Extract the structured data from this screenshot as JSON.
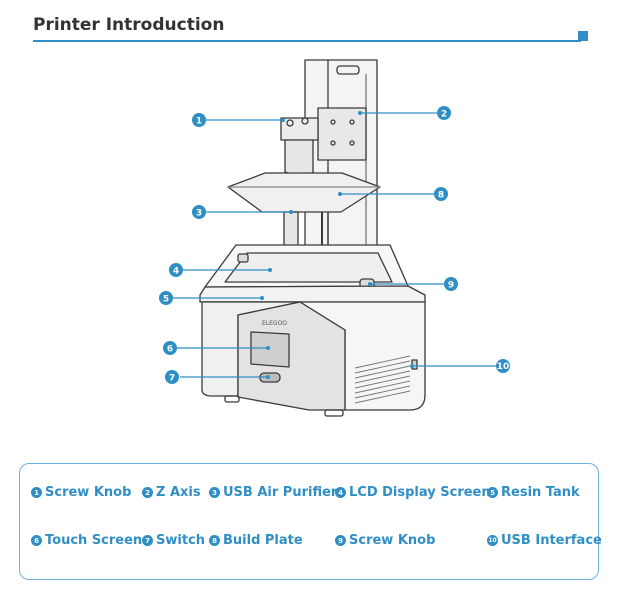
{
  "title": "Printer Introduction",
  "callouts": [
    "1",
    "2",
    "3",
    "4",
    "5",
    "6",
    "7",
    "8",
    "9",
    "10"
  ],
  "brand_label": "ELEGOO",
  "legend": [
    {
      "num": "1",
      "label": "Screw Knob"
    },
    {
      "num": "2",
      "label": "Z Axis"
    },
    {
      "num": "3",
      "label": "USB Air Purifier"
    },
    {
      "num": "4",
      "label": "LCD Display Screen"
    },
    {
      "num": "5",
      "label": "Resin Tank"
    },
    {
      "num": "6",
      "label": "Touch Screen"
    },
    {
      "num": "7",
      "label": "Switch"
    },
    {
      "num": "8",
      "label": "Build Plate"
    },
    {
      "num": "9",
      "label": "Screw Knob"
    },
    {
      "num": "10",
      "label": "USB Interface"
    }
  ],
  "colors": {
    "accent": "#2f8fc4",
    "outline": "#3a3a3a",
    "box_border": "#6bb3dd"
  }
}
